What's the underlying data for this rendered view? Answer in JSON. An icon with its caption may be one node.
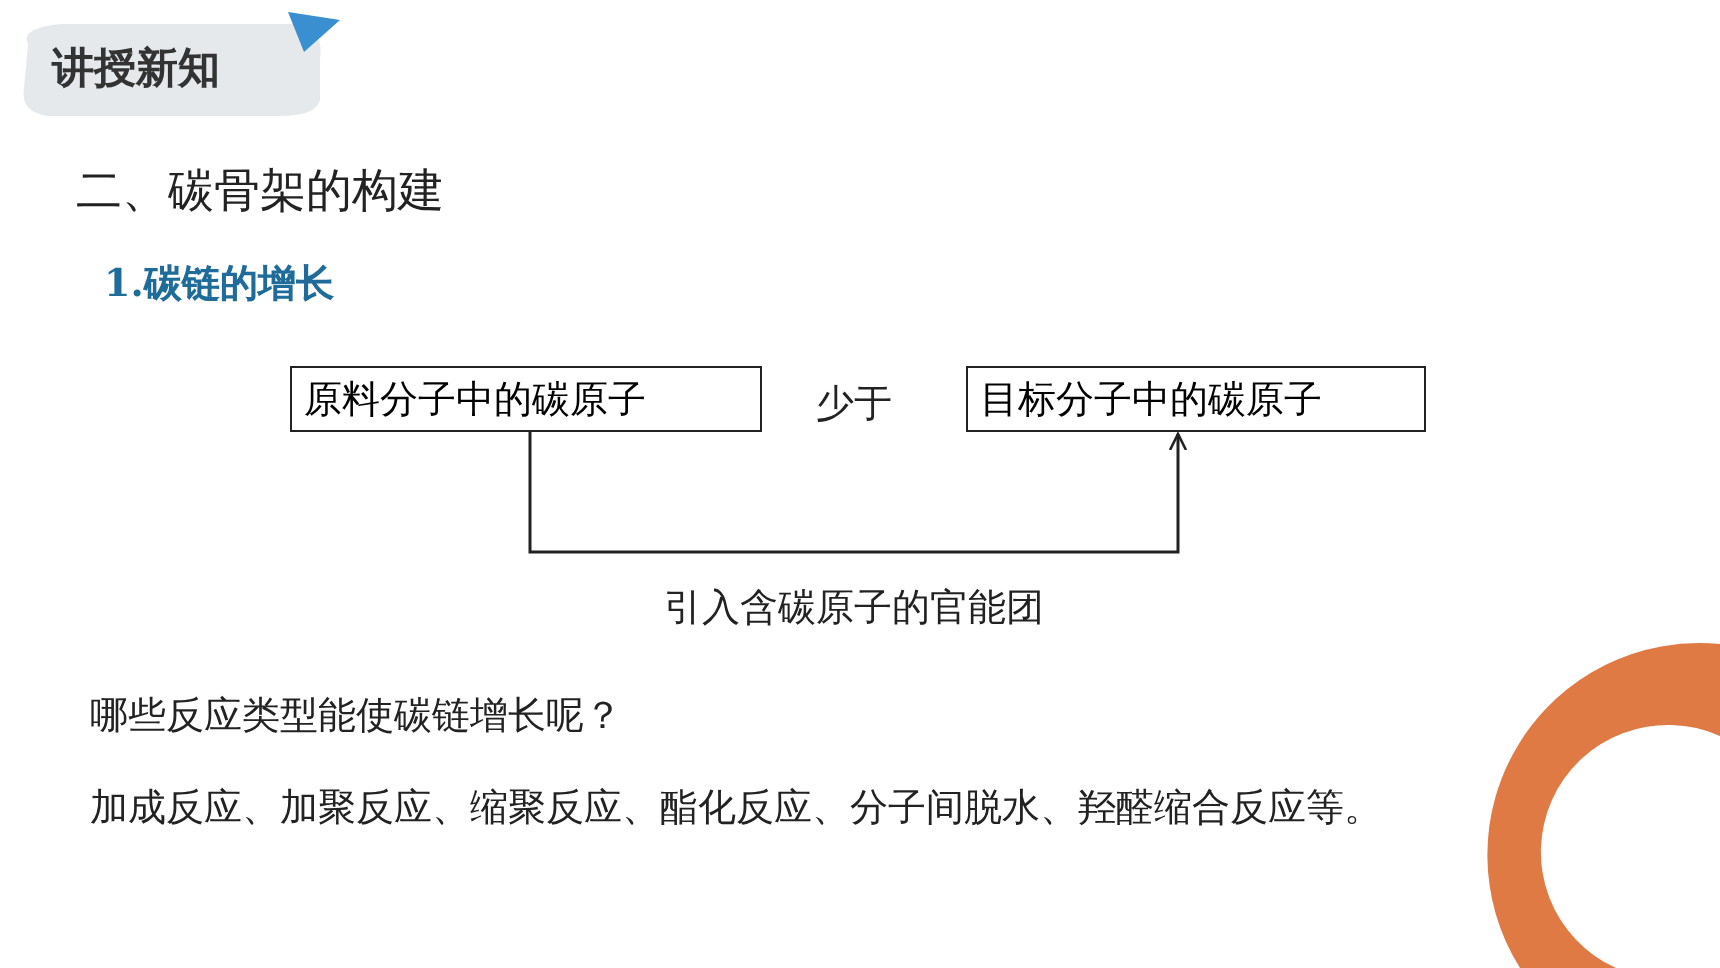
{
  "diagram": {
    "title": "二、碳骨架的构建",
    "nodes": [
      {
        "text": [
          "原料分子中的碳原子"
        ]
      },
      {
        "text": [
          "目标分子中的碳原子"
        ]
      }
    ],
    "edges": [
      {
        "from": 0,
        "to": 1,
        "arrow": "to",
        "label": "引入含碳原子的官能团"
      }
    ],
    "labels": [
      "讲授新知",
      "1.碳链的增长",
      "少于",
      "哪些反应类型能使碳链增长呢？",
      "加成反应、加聚反应、缩聚反应、酯化反应、分子间脱水、羟醛缩合反应等。"
    ]
  }
}
